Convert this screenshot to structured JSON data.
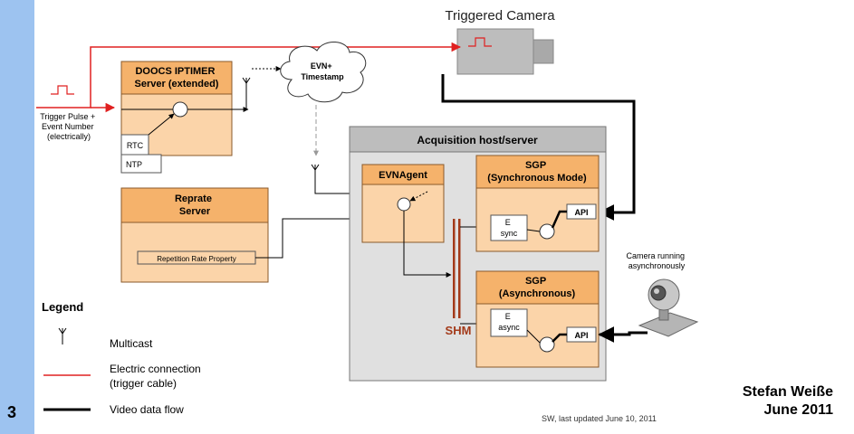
{
  "slide_number": "3",
  "author": {
    "name": "Stefan Weiße",
    "date": "June 2011"
  },
  "footer_note": "SW, last updated June 10, 2011",
  "diagram": {
    "camera_label": "Triggered Camera",
    "trigger_label": [
      "Trigger Pulse +",
      "Event Number",
      "(electrically)"
    ],
    "doocs": {
      "title": [
        "DOOCS IPTIMER",
        "Server (extended)"
      ],
      "rtc": "RTC",
      "ntp": "NTP"
    },
    "evn_cloud": [
      "EVN+",
      "Timestamp"
    ],
    "reprate": {
      "title": [
        "Reprate",
        "Server"
      ],
      "property": "Repetition Rate Property"
    },
    "acquisition_title": "Acquisition host/server",
    "evnagent": "EVNAgent",
    "sgp_sync": {
      "title": [
        "SGP",
        "(Synchronous Mode)"
      ],
      "e_sync": [
        "E",
        "sync"
      ],
      "api": "API"
    },
    "sgp_async": {
      "title": [
        "SGP",
        "(Asynchronous)"
      ],
      "e_async": [
        "E",
        "async"
      ],
      "api": "API"
    },
    "shm": "SHM",
    "webcam_label": [
      "Camera running",
      "asynchronously"
    ]
  },
  "legend": {
    "title": "Legend",
    "items": [
      {
        "symbol": "multicast-antenna",
        "text": [
          "Multicast"
        ]
      },
      {
        "symbol": "red-line",
        "text": [
          "Electric connection",
          "(trigger cable)"
        ]
      },
      {
        "symbol": "thick-black-line",
        "text": [
          "Video data flow"
        ]
      }
    ]
  },
  "colors": {
    "sidebar": "#9dc3f0",
    "box_fill": "#fbd4a9",
    "box_header": "#f5b26b",
    "box_border": "#8a5a2b",
    "acq_fill": "#e0e0e0",
    "acq_header": "#bdbdbd",
    "shm": "#a33a1a",
    "trigger": "#e02020"
  }
}
